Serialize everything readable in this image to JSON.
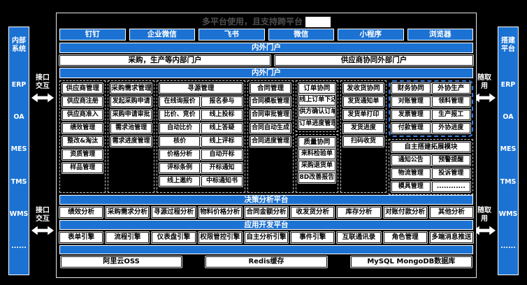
{
  "title": "多平台使用，且支持跨平台",
  "colors": {
    "blue": "#1c72d2",
    "dashed_blue": "#3b82e0"
  },
  "left_panel": {
    "title_lines": [
      "内部",
      "系统"
    ],
    "items": [
      "ERP",
      "OA",
      "MES",
      "TMS",
      "WMS",
      "......"
    ]
  },
  "right_panel": {
    "title_lines": [
      "搭建",
      "平台"
    ],
    "items": [
      "ERP",
      "OA",
      "MES",
      "TMS",
      "WMS",
      "......"
    ]
  },
  "left_connector": {
    "lines": [
      "接口",
      "交互"
    ]
  },
  "right_connector": {
    "lines": [
      "随取",
      "用"
    ]
  },
  "apps": [
    "钉钉",
    "企业微信",
    "飞书",
    "微信",
    "小程序",
    "浏览器"
  ],
  "portal_bar_top": "内外门户",
  "portal_boxes": [
    "采购，生产等内部门户",
    "供应商协同外部门户"
  ],
  "portal_bar_inner": "内外门户",
  "module_grid": {
    "supplier": {
      "header": "供应商管理",
      "items": [
        "供应商注册",
        "供应商准入",
        "绩效管理",
        "整改&淘汰",
        "资质管理",
        "样品管理"
      ]
    },
    "demand": {
      "header": "采购需求管理",
      "items": [
        "发起采购申请",
        "采购申请审批",
        "需求池管理",
        "需求进度管理"
      ]
    },
    "sourcing": {
      "header": "寻源管理",
      "col_a": [
        "在线询报价",
        "比价、竞价",
        "自动比价",
        "核价",
        "价格分析",
        "评标条例",
        "线上邀约"
      ],
      "col_b": [
        "报名参与",
        "线上投标",
        "线上答疑",
        "线上评标",
        "自动开标",
        "开标通知",
        "中标通知书"
      ]
    },
    "contract": {
      "header": "合同管理",
      "items": [
        "合同模板管理",
        "合同审批管理",
        "合同自动生成",
        "合同进度管理"
      ]
    },
    "order": {
      "header": "订单协同",
      "items": [
        "线上订单下达",
        "供方确认订单",
        "订单进度管理"
      ]
    },
    "quality": {
      "header": "质量协同",
      "items": [
        "来料检验单",
        "采购退货单",
        "8D改善报告"
      ]
    },
    "shipping": {
      "header": "发收货协同",
      "items": [
        "发货通知单",
        "发货单打印",
        "发货进度",
        "扫码收货"
      ]
    },
    "finance": {
      "header": "财务协同",
      "items": [
        "对账管理",
        "发票管理",
        "付款管理"
      ]
    },
    "outsourcing": {
      "header": "外协生产",
      "items": [
        "领料管理",
        "生产报工",
        "外协进度"
      ]
    },
    "extension": {
      "header": "自主搭建拓展模块",
      "pairs": [
        [
          "通知公告",
          "预警提醒"
        ],
        [
          "物流管理",
          "投诉管理"
        ],
        [
          "模具管理",
          "............"
        ]
      ]
    }
  },
  "decision": {
    "title": "决策分析平台",
    "items": [
      "绩效分析",
      "采购需求分析",
      "寻源过程分析",
      "物料价格分析",
      "合同金额分析",
      "收发货分析",
      "库存分析",
      "对账付款分析",
      "其他分析"
    ]
  },
  "appdev": {
    "title": "应用开发平台",
    "items": [
      "表单引擎",
      "流程引擎",
      "仪表盘引擎",
      "权限管控引擎",
      "自主分析引擎",
      "事件引擎",
      "互联通讯录",
      "角色管理",
      "多端消息推送"
    ]
  },
  "infra": [
    "阿里云OSS",
    "Redis缓存",
    "MySQL MongoDB数据库"
  ]
}
